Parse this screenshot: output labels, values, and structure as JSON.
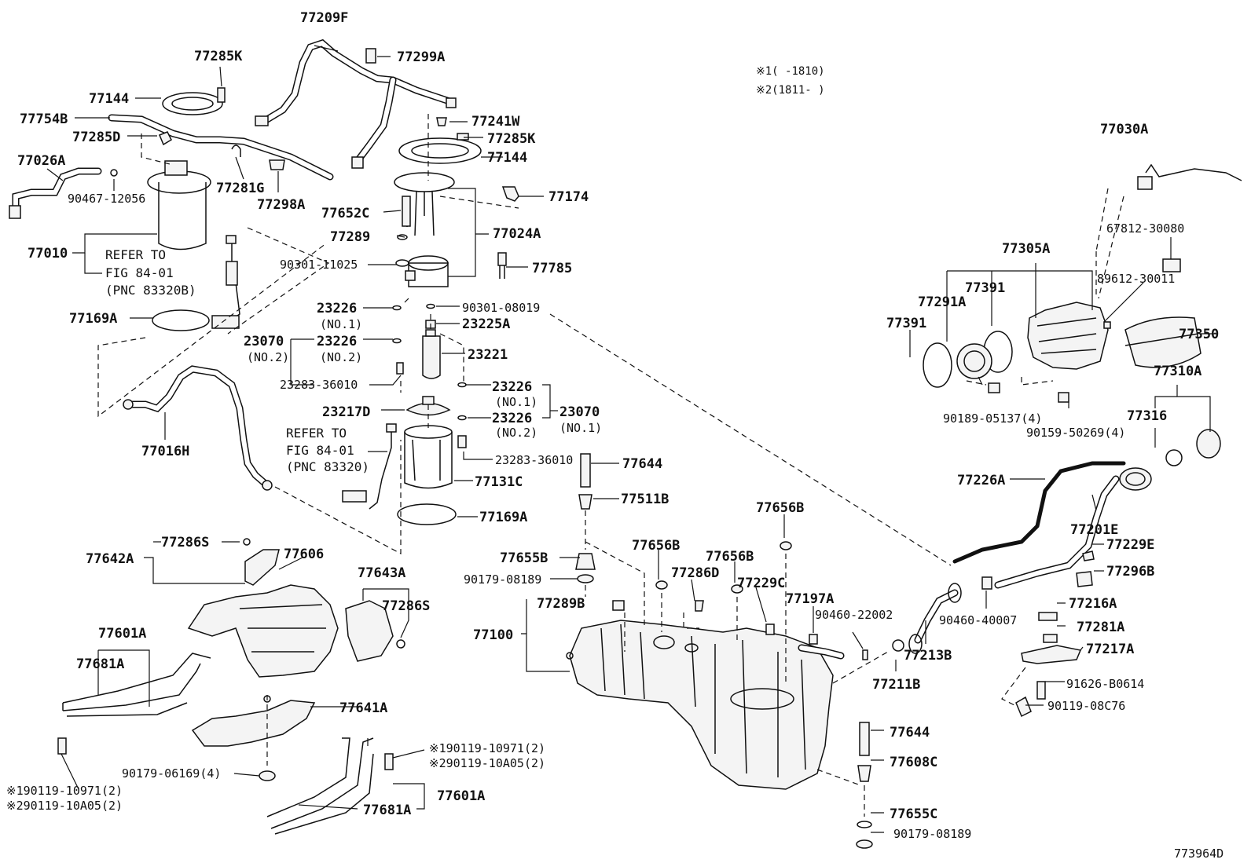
{
  "diagram_id": "773964D",
  "notes": {
    "note1": "※1(      -1810)",
    "note2": "※2(1811-      )"
  },
  "labels": {
    "p77209F": "77209F",
    "p77285K_a": "77285K",
    "p77299A": "77299A",
    "p77144_a": "77144",
    "p77754B": "77754B",
    "p77285D": "77285D",
    "p77241W": "77241W",
    "p77285K_b": "77285K",
    "p77144_b": "77144",
    "p77026A": "77026A",
    "p90467": "90467-12056",
    "p77281G": "77281G",
    "p77298A": "77298A",
    "p77652C": "77652C",
    "p77174": "77174",
    "p77289": "77289",
    "p77024A": "77024A",
    "p77010": "77010",
    "p90301_11025": "90301-11025",
    "p77785": "77785",
    "p77030A": "77030A",
    "p67812": "67812-30080",
    "p77305A": "77305A",
    "p89612": "89612-30011",
    "p77391_a": "77391",
    "p77291A": "77291A",
    "p77391_b": "77391",
    "p77350": "77350",
    "p77310A": "77310A",
    "p77316": "77316",
    "p90189": "90189-05137(4)",
    "p90159": "90159-50269(4)",
    "p77169A_a": "77169A",
    "p23226_1": "23226",
    "p90301_08019": "90301-08019",
    "p23225A": "23225A",
    "p23070_a": "23070",
    "p23226_2": "23226",
    "p23221": "23221",
    "p23283_a": "23283-36010",
    "p23226_3": "23226",
    "p23217D": "23217D",
    "p23226_4": "23226",
    "p23070_b": "23070",
    "p77016H": "77016H",
    "p23283_b": "23283-36010",
    "p77644_a": "77644",
    "p77131C": "77131C",
    "p77511B": "77511B",
    "p77169A_b": "77169A",
    "p77226A": "77226A",
    "p77656B_a": "77656B",
    "p77201E": "77201E",
    "p77229E": "77229E",
    "p77642A": "77642A",
    "p77286S_a": "77286S",
    "p77606": "77606",
    "p77655B": "77655B",
    "p77656B_b": "77656B",
    "p77656B_c": "77656B",
    "p77296B": "77296B",
    "p90179_08189_a": "90179-08189",
    "p77286D": "77286D",
    "p77229C": "77229C",
    "p77643A": "77643A",
    "p77197A": "77197A",
    "p77286S_b": "77286S",
    "p77289B": "77289B",
    "p90460_22002": "90460-22002",
    "p77216A": "77216A",
    "p90460_40007": "90460-40007",
    "p77601A_a": "77601A",
    "p77100": "77100",
    "p77281A": "77281A",
    "p77681A_a": "77681A",
    "p77213B": "77213B",
    "p77217A": "77217A",
    "p77211B": "77211B",
    "p91626": "91626-B0614",
    "p77641A": "77641A",
    "p90119_08C76": "90119-08C76",
    "p77644_b": "77644",
    "p90119_note1_r": "※190119-10971(2)",
    "p90119_note2_r": "※290119-10A05(2)",
    "p77608C": "77608C",
    "p90179_06169": "90179-06169(4)",
    "p77601A_b": "77601A",
    "p90119_note1_l": "※190119-10971(2)",
    "p90119_note2_l": "※290119-10A05(2)",
    "p77681A_b": "77681A",
    "p77655C": "77655C",
    "p90179_08189_b": "90179-08189"
  },
  "sublabels": {
    "no1_a": "(NO.1)",
    "no2_a": "(NO.2)",
    "no2_b": "(NO.2)",
    "no1_b": "(NO.1)",
    "no2_c": "(NO.2)",
    "no1_c": "(NO.1)"
  },
  "refs": {
    "ref1_l1": "REFER TO",
    "ref1_l2": "FIG 84-01",
    "ref1_l3": "(PNC 83320B)",
    "ref2_l1": "REFER TO",
    "ref2_l2": "FIG 84-01",
    "ref2_l3": "(PNC 83320)"
  }
}
